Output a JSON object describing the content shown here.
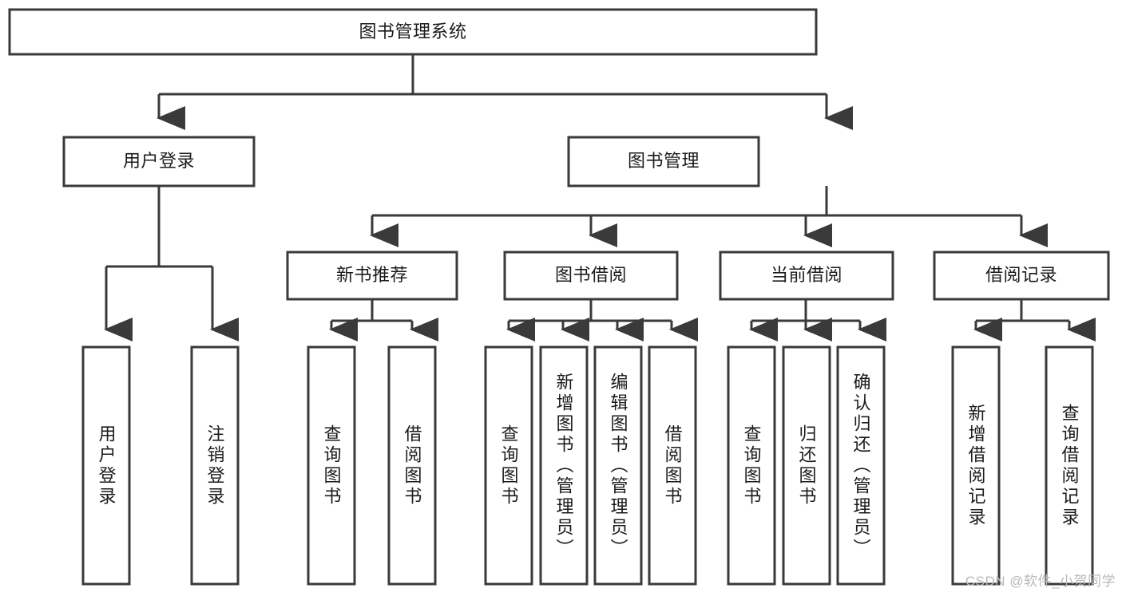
{
  "diagram": {
    "type": "tree-hierarchy",
    "title": "图书管理系统",
    "watermark": "CSDN @软件_小贺同学",
    "colors": {
      "stroke": "#3a3a3a",
      "fill": "#ffffff",
      "text": "#1b1b1b",
      "watermark": "#b9b9b9",
      "background": "#ffffff"
    },
    "root": {
      "label": "图书管理系统"
    },
    "level2": [
      {
        "label": "用户登录"
      },
      {
        "label": "图书管理"
      }
    ],
    "level3": [
      {
        "label": "新书推荐"
      },
      {
        "label": "图书借阅"
      },
      {
        "label": "当前借阅"
      },
      {
        "label": "借阅记录"
      }
    ],
    "leaves": {
      "user_login": [
        {
          "label": "用户登录"
        },
        {
          "label": "注销登录"
        }
      ],
      "new_book_recommend": [
        {
          "label": "查询图书"
        },
        {
          "label": "借阅图书"
        }
      ],
      "book_borrow": [
        {
          "label": "查询图书"
        },
        {
          "label": "新增图书（管理员）"
        },
        {
          "label": "编辑图书（管理员）"
        },
        {
          "label": "借阅图书"
        }
      ],
      "current_borrow": [
        {
          "label": "查询图书"
        },
        {
          "label": "归还图书"
        },
        {
          "label": "确认归还（管理员）"
        }
      ],
      "borrow_record": [
        {
          "label": "新增借阅记录"
        },
        {
          "label": "查询借阅记录"
        }
      ]
    }
  }
}
